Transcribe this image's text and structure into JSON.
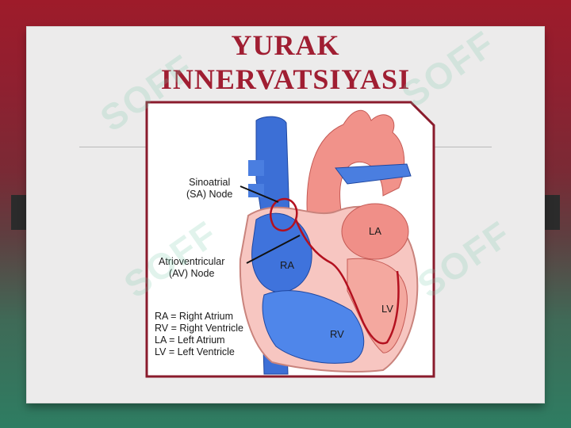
{
  "slide": {
    "title_line1": "YURAK",
    "title_line2": "INNERVATSIYASI",
    "accent_color": "#a01e32"
  },
  "diagram": {
    "sa_label_line1": "Sinoatrial",
    "sa_label_line2": "(SA) Node",
    "av_label_line1": "Atrioventricular",
    "av_label_line2": "(AV) Node",
    "chambers": {
      "ra": "RA",
      "rv": "RV",
      "la": "LA",
      "lv": "LV"
    },
    "legend": [
      "RA = Right Atrium",
      "RV = Right Ventricle",
      "LA = Left Atrium",
      "LV = Left Ventricle"
    ]
  },
  "watermark": "SOFF"
}
